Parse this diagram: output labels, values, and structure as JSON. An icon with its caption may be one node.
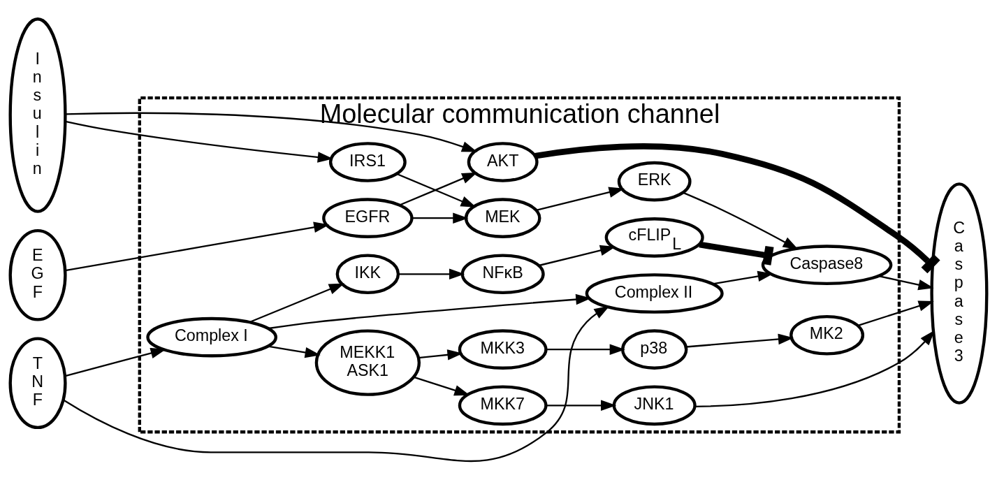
{
  "diagram": {
    "nodes": [
      {
        "text": [
          "Insulin"
        ]
      },
      {
        "text": [
          "Molecular communication channel"
        ]
      },
      {
        "text": [
          "AKT"
        ],
        "in": 1
      },
      {
        "text": [
          "IRS1"
        ],
        "in": 1
      },
      {
        "text": [
          "ERK"
        ],
        "in": 1
      },
      {
        "text": [
          "MEK"
        ],
        "in": 1
      },
      {
        "text": [
          "EGF"
        ]
      },
      {
        "text": [
          "EGFR"
        ],
        "in": 1
      },
      {
        "text": [
          "p38"
        ],
        "in": 1
      },
      {
        "text": [
          "MK2"
        ],
        "in": 1
      },
      {
        "text": [
          "MKK3"
        ],
        "in": 1
      },
      {
        "text": [
          "Complex II"
        ],
        "in": 1
      },
      {
        "text": [
          "Caspase8"
        ],
        "in": 1
      },
      {
        "text": [
          "TNF"
        ]
      },
      {
        "text": [
          "MEKK1",
          "ASK1"
        ],
        "in": 1
      },
      {
        "text": [
          "MKK7"
        ],
        "in": 1
      },
      {
        "text": [
          "JNK1"
        ],
        "in": 1
      },
      {
        "text": [
          "cFLIP$_{L}$"
        ],
        "in": 1
      },
      {
        "text": [
          "Complex I"
        ],
        "in": 1
      },
      {
        "text": [
          "IKK"
        ],
        "in": 1
      },
      {
        "text": [
          "NFκB"
        ],
        "in": 1
      },
      {
        "text": [
          "Caspase3"
        ]
      }
    ],
    "edges": [
      {
        "from": 0,
        "to": 2,
        "arrow": "to"
      },
      {
        "from": 0,
        "to": 3,
        "arrow": "to"
      },
      {
        "from": 3,
        "to": 5,
        "arrow": "to"
      },
      {
        "from": 7,
        "to": 2,
        "arrow": "to"
      },
      {
        "from": 5,
        "to": 4,
        "arrow": "to"
      },
      {
        "from": 2,
        "to": 21,
        "arrow": "other",
        "style": "thick"
      },
      {
        "from": 6,
        "to": 7,
        "arrow": "to"
      },
      {
        "from": 7,
        "to": 5,
        "arrow": "to"
      },
      {
        "from": 4,
        "to": 12,
        "arrow": "to"
      },
      {
        "from": 10,
        "to": 8,
        "arrow": "to"
      },
      {
        "from": 8,
        "to": 9,
        "arrow": "to"
      },
      {
        "from": 9,
        "to": 21,
        "arrow": "to"
      },
      {
        "from": 11,
        "to": 12,
        "arrow": "to"
      },
      {
        "from": 12,
        "to": 21,
        "arrow": "to"
      },
      {
        "from": 13,
        "to": 11,
        "arrow": "to"
      },
      {
        "from": 13,
        "to": 18,
        "arrow": "to"
      },
      {
        "from": 18,
        "to": 11,
        "arrow": "to"
      },
      {
        "from": 18,
        "to": 14,
        "arrow": "to"
      },
      {
        "from": 14,
        "to": 10,
        "arrow": "to"
      },
      {
        "from": 14,
        "to": 15,
        "arrow": "to"
      },
      {
        "from": 15,
        "to": 16,
        "arrow": "to"
      },
      {
        "from": 16,
        "to": 21,
        "arrow": "to"
      },
      {
        "from": 17,
        "to": 12,
        "arrow": "other",
        "style": "thick"
      },
      {
        "from": 18,
        "to": 19,
        "arrow": "to"
      },
      {
        "from": 19,
        "to": 20,
        "arrow": "to"
      },
      {
        "from": 20,
        "to": 17,
        "arrow": "to"
      }
    ]
  }
}
